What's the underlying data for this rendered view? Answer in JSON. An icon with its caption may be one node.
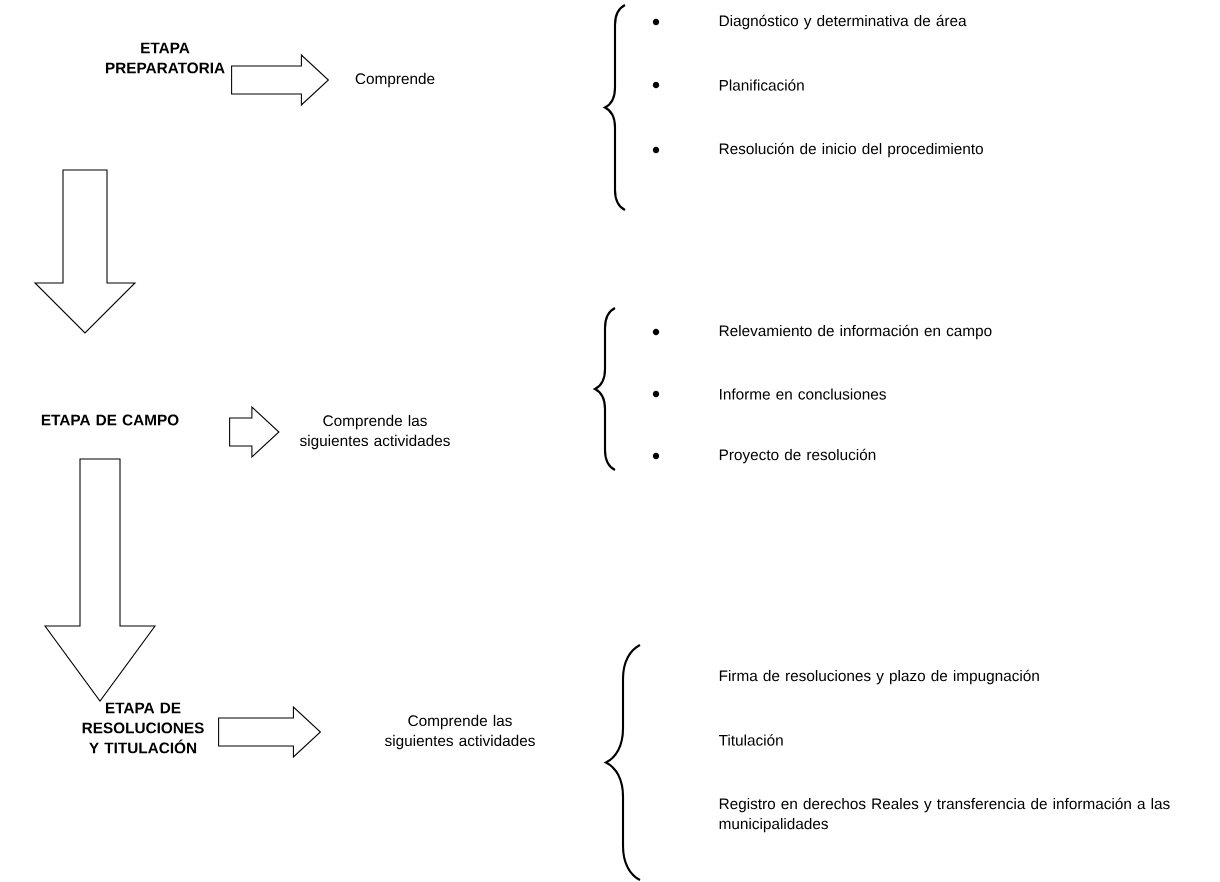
{
  "diagram": {
    "nodes": [
      {
        "text": [
          "ETAPA PREPARATORIA"
        ]
      },
      {
        "text": [
          "Comprende"
        ]
      },
      {
        "text": [
          "ETAPA DE CAMPO"
        ]
      },
      {
        "text": [
          "Comprende las siguientes actividades"
        ]
      },
      {
        "text": [
          "ETAPA DE RESOLUCIONES Y TITULACIÓN"
        ]
      },
      {
        "text": [
          "Comprende las siguientes actividades"
        ]
      }
    ],
    "edges": [
      {
        "from": 0,
        "to": 1,
        "arrow": "to"
      },
      {
        "from": 0,
        "to": 2,
        "arrow": "to"
      },
      {
        "from": 2,
        "to": 3,
        "arrow": "to"
      },
      {
        "from": 2,
        "to": 4,
        "arrow": "to"
      },
      {
        "from": 4,
        "to": 5,
        "arrow": "to"
      }
    ],
    "labels": [
      "Diagnóstico y determinativa de área",
      "Planificación",
      "Resolución de inicio del procedimiento",
      "Relevamiento de información en campo",
      "Informe en conclusiones",
      "Proyecto de resolución",
      "Firma de resoluciones y plazo de impugnación",
      "Titulación",
      "Registro en derechos Reales y transferencia de información a las municipalidades"
    ]
  }
}
